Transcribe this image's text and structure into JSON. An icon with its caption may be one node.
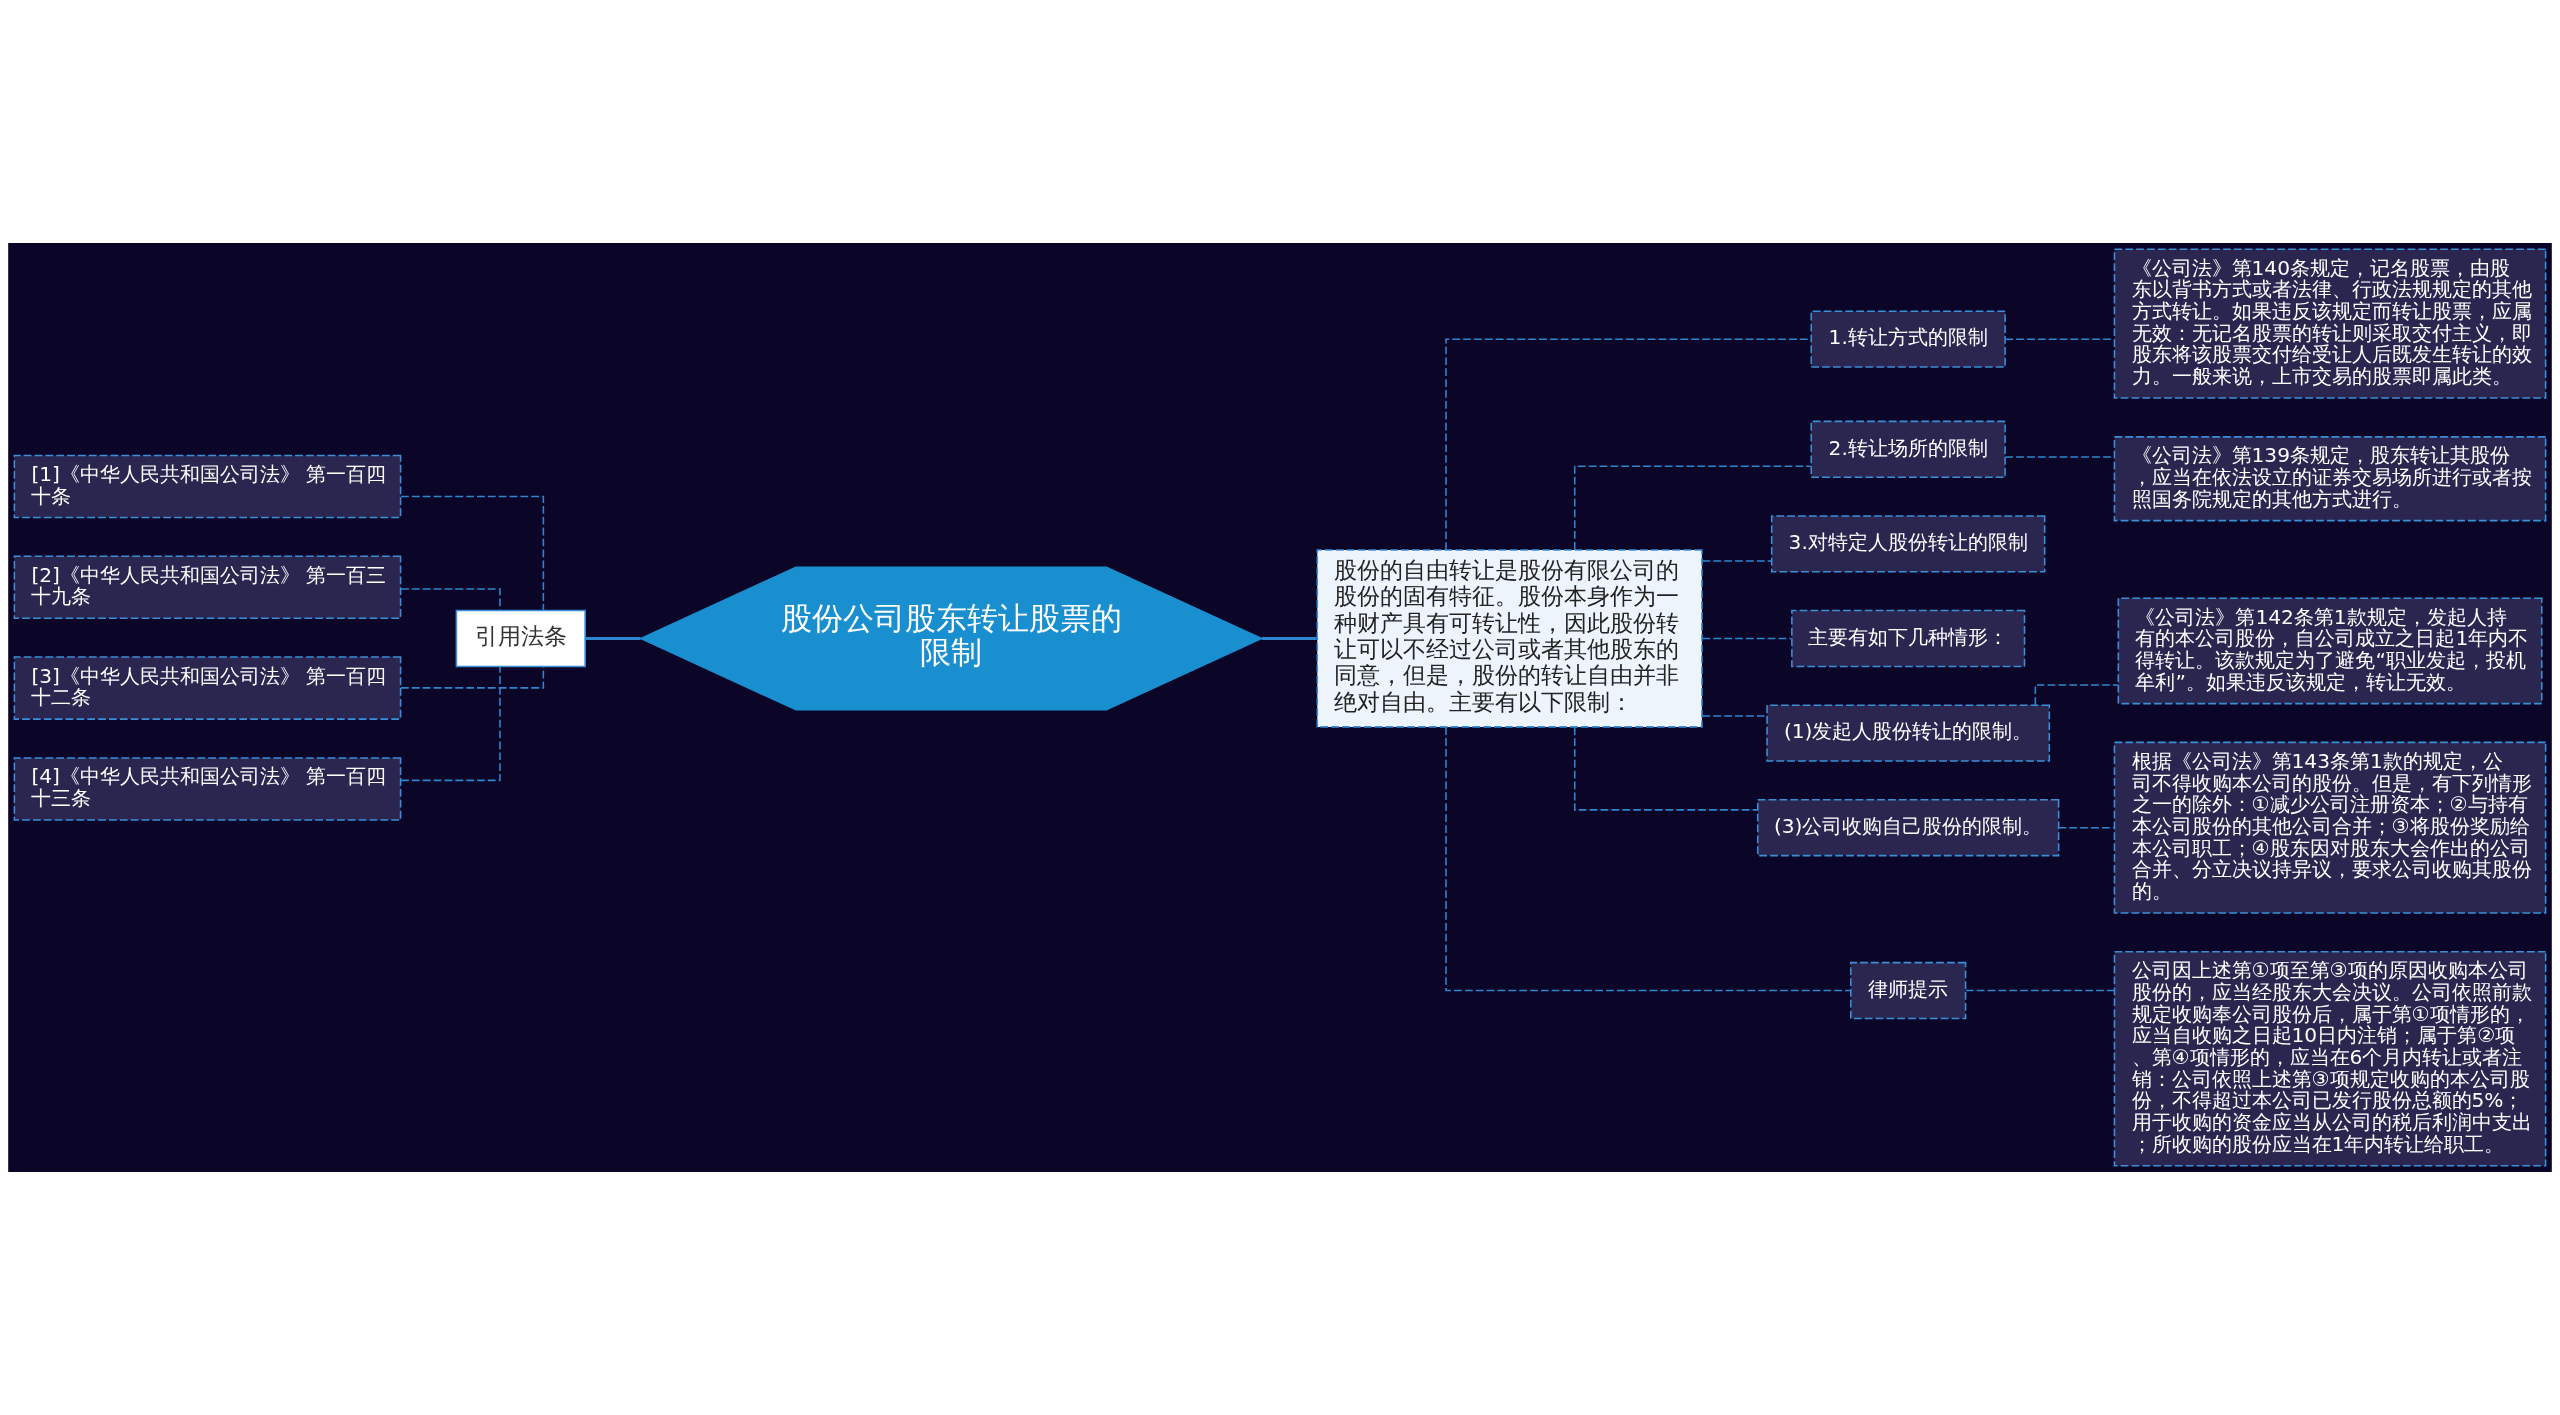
{
  "diagram": {
    "nodes": [
      {
        "text": [
          "股份公司股东转让股票的限制"
        ]
      },
      {
        "text": [
          "引用法条"
        ]
      },
      {
        "text": [
          "[1]《中华人民共和国公司法》 第一百四十条"
        ]
      },
      {
        "text": [
          "[2]《中华人民共和国公司法》 第一百三十九条"
        ]
      },
      {
        "text": [
          "[3]《中华人民共和国公司法》 第一百四十二条"
        ]
      },
      {
        "text": [
          "[4]《中华人民共和国公司法》 第一百四十三条"
        ]
      },
      {
        "text": [
          "股份的自由转让是股份有限公司的股份的固有特征。股份本身作为一种财产具有可转让性，因此股份转让可以不经过公司或者其他股东的同意，但是，股份的转让自由并非绝对自由。主要有以下限制："
        ]
      },
      {
        "text": [
          "1.转让方式的限制"
        ]
      },
      {
        "text": [
          "《公司法》第140条规定，记名股票，由股东以背书方式或者法律、行政法规规定的其他方式转让。如果违反该规定而转让股票，应属无效：无记名股票的转让则采取交付主义，即股东将该股票交付给受让人后既发生转让的效力。一般来说，上市交易的股票即属此类。"
        ]
      },
      {
        "text": [
          "2.转让场所的限制"
        ]
      },
      {
        "text": [
          "《公司法》第139条规定，股东转让其股份，应当在依法设立的证券交易场所进行或者按照国务院规定的其他方式进行。"
        ]
      },
      {
        "text": [
          "3.对特定人股份转让的限制"
        ]
      },
      {
        "text": [
          "主要有如下几种情形："
        ]
      },
      {
        "text": [
          "(1)发起人股份转让的限制。"
        ]
      },
      {
        "text": [
          "《公司法》第142条第1款规定，发起人持有的本公司股份，自公司成立之日起1年内不得转让。该款规定为了避免“职业发起，投机牟利”。如果违反该规定，转让无效。"
        ]
      },
      {
        "text": [
          "(3)公司收购自己股份的限制。"
        ]
      },
      {
        "text": [
          "根据《公司法》第143条第1款的规定，公司不得收购本公司的股份。但是，有下列情形之一的除外：①减少公司注册资本；②与持有本公司股份的其他公司合并；③将股份奖励给本公司职工；④股东因对股东大会作出的公司合并、分立决议持异议，要求公司收购其股份的。"
        ]
      },
      {
        "text": [
          "律师提示"
        ]
      },
      {
        "text": [
          "公司因上述第①项至第③项的原因收购本公司股份的，应当经股东大会决议。公司依照前款规定收购奉公司股份后，属于第①项情形的，应当自收购之日起10日内注销；属于第②项、第④项情形的，应当在6个月内转让或者注销：公司依照上述第③项规定收购的本公司股份，不得超过本公司已发行股份总额的5%；用于收购的资金应当从公司的税后利润中支出；所收购的股份应当在1年内转让给职工。"
        ]
      }
    ],
    "edges": [
      {
        "from": 0,
        "to": 1,
        "arrow": "none"
      },
      {
        "from": 1,
        "to": 2,
        "arrow": "none",
        "style": "dashed"
      },
      {
        "from": 1,
        "to": 3,
        "arrow": "none",
        "style": "dashed"
      },
      {
        "from": 1,
        "to": 4,
        "arrow": "none",
        "style": "dashed"
      },
      {
        "from": 1,
        "to": 5,
        "arrow": "none",
        "style": "dashed"
      },
      {
        "from": 0,
        "to": 6,
        "arrow": "none"
      },
      {
        "from": 6,
        "to": 7,
        "arrow": "none",
        "style": "dashed"
      },
      {
        "from": 6,
        "to": 9,
        "arrow": "none",
        "style": "dashed"
      },
      {
        "from": 6,
        "to": 11,
        "arrow": "none",
        "style": "dashed"
      },
      {
        "from": 6,
        "to": 12,
        "arrow": "none",
        "style": "dashed"
      },
      {
        "from": 6,
        "to": 13,
        "arrow": "none",
        "style": "dashed"
      },
      {
        "from": 6,
        "to": 15,
        "arrow": "none",
        "style": "dashed"
      },
      {
        "from": 6,
        "to": 17,
        "arrow": "none",
        "style": "dashed"
      },
      {
        "from": 7,
        "to": 8,
        "arrow": "none",
        "style": "dashed"
      },
      {
        "from": 9,
        "to": 10,
        "arrow": "none",
        "style": "dashed"
      },
      {
        "from": 13,
        "to": 14,
        "arrow": "none",
        "style": "dashed"
      },
      {
        "from": 15,
        "to": 16,
        "arrow": "none",
        "style": "dashed"
      },
      {
        "from": 17,
        "to": 18,
        "arrow": "none",
        "style": "dashed"
      }
    ]
  }
}
